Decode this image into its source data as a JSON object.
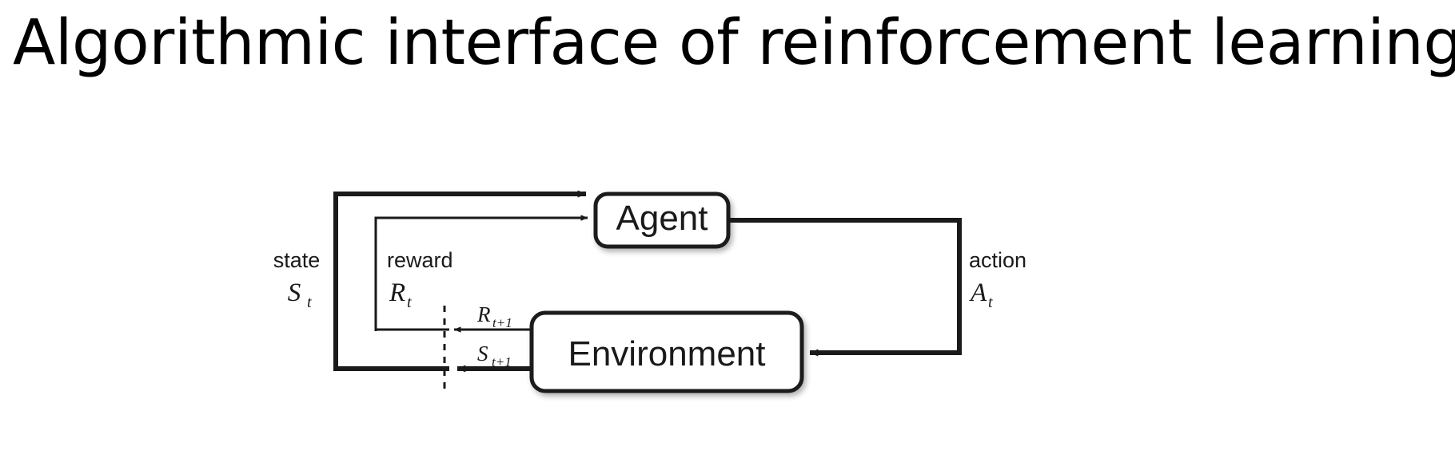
{
  "slide": {
    "title": "Algorithmic interface of reinforcement learning",
    "background_color": "#ffffff",
    "text_color": "#000000"
  },
  "diagram": {
    "type": "reinforcement-learning-agent-environment-loop",
    "nodes": [
      {
        "id": "agent",
        "label": "Agent",
        "shape": "rounded-rect"
      },
      {
        "id": "environment",
        "label": "Environment",
        "shape": "rounded-rect"
      }
    ],
    "edges": [
      {
        "id": "state-edge",
        "from": "environment",
        "to": "agent",
        "label": "state",
        "symbol": "S",
        "subscript": "t",
        "style": "thick"
      },
      {
        "id": "reward-edge",
        "from": "environment",
        "to": "agent",
        "label": "reward",
        "symbol": "R",
        "subscript": "t",
        "style": "thin"
      },
      {
        "id": "action-edge",
        "from": "agent",
        "to": "environment",
        "label": "action",
        "symbol": "A",
        "subscript": "t",
        "style": "thick"
      },
      {
        "id": "next-reward-edge",
        "from": "environment",
        "to": "reward-edge",
        "label": "",
        "symbol": "R",
        "subscript": "t+1",
        "style": "thin"
      },
      {
        "id": "next-state-edge",
        "from": "environment",
        "to": "state-edge",
        "label": "",
        "symbol": "S",
        "subscript": "t+1",
        "style": "thick"
      }
    ],
    "divider": {
      "id": "time-step-divider",
      "style": "dashed-vertical"
    },
    "stroke_color": "#1a1a1a"
  }
}
